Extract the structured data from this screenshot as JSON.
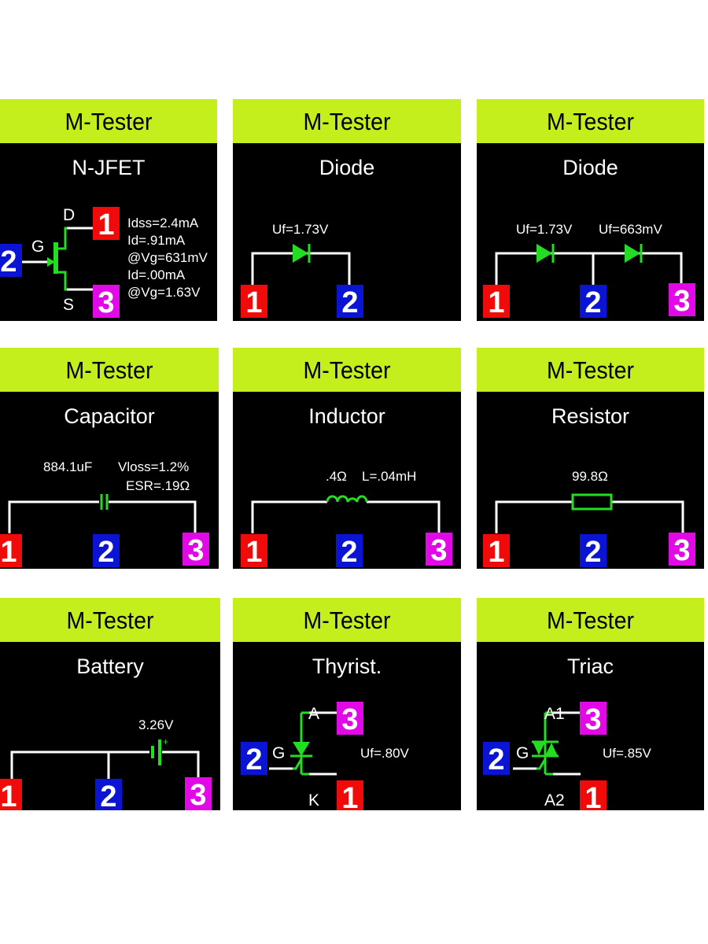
{
  "app_title": "M-Tester",
  "colors": {
    "header": "#c4ee1c",
    "screen": "#000000",
    "wire": "#ffffff",
    "symbol": "#22dd22",
    "pin1": "#f00a0a",
    "pin2": "#0a14d2",
    "pin3": "#e10ae6"
  },
  "panels": [
    {
      "header": "M-Tester",
      "title": "N-JFET",
      "pins": [
        "1",
        "2",
        "3"
      ],
      "terminals": {
        "drain": "D",
        "gate": "G",
        "source": "S"
      },
      "readings": [
        "Idss=2.4mA",
        "Id=.91mA",
        "@Vg=631mV",
        "Id=.00mA",
        "@Vg=1.63V"
      ]
    },
    {
      "header": "M-Tester",
      "title": "Diode",
      "pins": [
        "1",
        "2"
      ],
      "readings": [
        "Uf=1.73V"
      ]
    },
    {
      "header": "M-Tester",
      "title": "Diode",
      "pins": [
        "1",
        "2",
        "3"
      ],
      "readings": [
        "Uf=1.73V",
        "Uf=663mV"
      ]
    },
    {
      "header": "M-Tester",
      "title": "Capacitor",
      "pins": [
        "1",
        "2",
        "3"
      ],
      "readings": [
        "884.1uF",
        "Vloss=1.2%",
        "ESR=.19Ω"
      ]
    },
    {
      "header": "M-Tester",
      "title": "Inductor",
      "pins": [
        "1",
        "2",
        "3"
      ],
      "readings": [
        ".4Ω",
        "L=.04mH"
      ]
    },
    {
      "header": "M-Tester",
      "title": "Resistor",
      "pins": [
        "1",
        "2",
        "3"
      ],
      "readings": [
        "99.8Ω"
      ]
    },
    {
      "header": "M-Tester",
      "title": "Battery",
      "pins": [
        "1",
        "2",
        "3"
      ],
      "readings": [
        "3.26V"
      ],
      "polarity": "+"
    },
    {
      "header": "M-Tester",
      "title": "Thyrist.",
      "pins": [
        "3",
        "2",
        "1"
      ],
      "terminals": {
        "anode": "A",
        "gate": "G",
        "cathode": "K"
      },
      "readings": [
        "Uf=.80V"
      ]
    },
    {
      "header": "M-Tester",
      "title": "Triac",
      "pins": [
        "3",
        "2",
        "1"
      ],
      "terminals": {
        "a1": "A1",
        "gate": "G",
        "a2": "A2"
      },
      "readings": [
        "Uf=.85V"
      ]
    }
  ]
}
